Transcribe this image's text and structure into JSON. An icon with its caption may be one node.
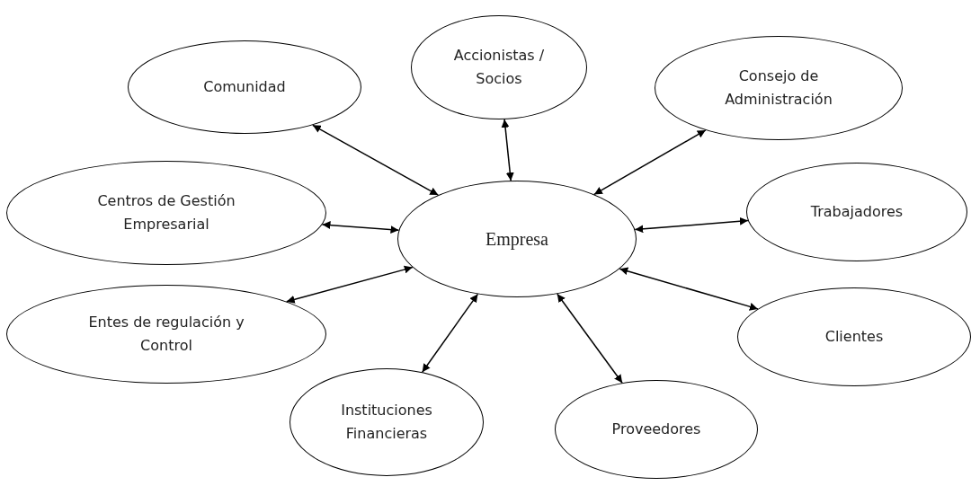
{
  "diagram": {
    "nodes": [
      {
        "text": [
          "Accionistas / Socios"
        ]
      },
      {
        "text": [
          "Comunidad"
        ]
      },
      {
        "text": [
          "Consejo de Administración"
        ]
      },
      {
        "text": [
          "Centros de Gestión Empresarial"
        ]
      },
      {
        "text": [
          "Empresa"
        ]
      },
      {
        "text": [
          "Trabajadores"
        ]
      },
      {
        "text": [
          "Entes de regulación y Control"
        ]
      },
      {
        "text": [
          "Clientes"
        ]
      },
      {
        "text": [
          "Instituciones Financieras"
        ]
      },
      {
        "text": [
          "Proveedores"
        ]
      }
    ],
    "edges": [
      {
        "from": 4,
        "to": 0,
        "arrow": "both"
      },
      {
        "from": 4,
        "to": 1,
        "arrow": "both"
      },
      {
        "from": 4,
        "to": 2,
        "arrow": "both"
      },
      {
        "from": 4,
        "to": 3,
        "arrow": "both"
      },
      {
        "from": 4,
        "to": 5,
        "arrow": "both"
      },
      {
        "from": 4,
        "to": 6,
        "arrow": "both"
      },
      {
        "from": 4,
        "to": 7,
        "arrow": "both"
      },
      {
        "from": 4,
        "to": 8,
        "arrow": "both"
      },
      {
        "from": 4,
        "to": 9,
        "arrow": "both"
      }
    ]
  }
}
